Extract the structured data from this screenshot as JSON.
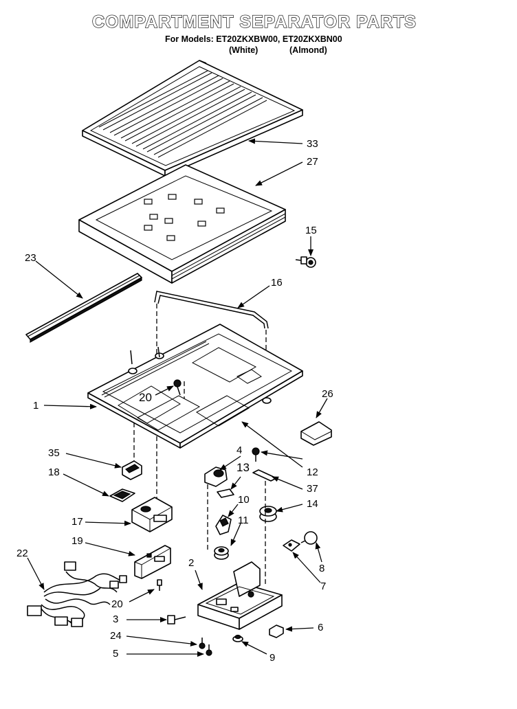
{
  "header": {
    "title": "COMPARTMENT SEPARATOR PARTS",
    "models_line": "For Models: ET20ZKXBW00, ET20ZKXBN00",
    "color_white": "(White)",
    "color_almond": "(Almond)"
  },
  "labels": {
    "p1": "1",
    "p2": "2",
    "p3": "3",
    "p4": "4",
    "p5": "5",
    "p6": "6",
    "p7": "7",
    "p8": "8",
    "p9": "9",
    "p10": "10",
    "p11": "11",
    "p12": "12",
    "p13": "13",
    "p14": "14",
    "p15": "15",
    "p16": "16",
    "p17": "17",
    "p18": "18",
    "p19": "19",
    "p20a": "20",
    "p20b": "20",
    "p22": "22",
    "p23": "23",
    "p24": "24",
    "p26": "26",
    "p27": "27",
    "p33": "33",
    "p35": "35",
    "p37": "37"
  }
}
